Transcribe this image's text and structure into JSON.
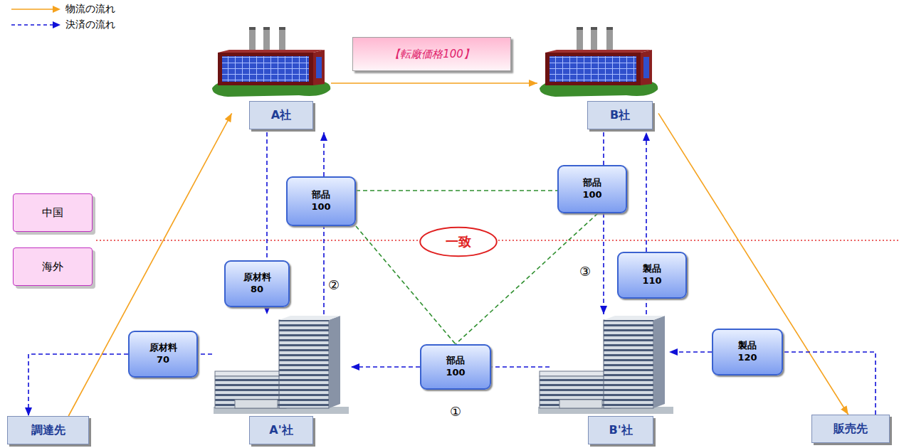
{
  "diagram": {
    "nodes": [
      {
        "text": [
          "A社"
        ]
      },
      {
        "text": [
          "【転廠価格100】"
        ]
      },
      {
        "text": [
          "B社"
        ]
      },
      {
        "text": [
          "中国"
        ]
      },
      {
        "text": [
          "部品 100"
        ]
      },
      {
        "text": [
          "部品 100"
        ]
      },
      {
        "text": [
          "一致"
        ]
      },
      {
        "text": [
          "海外"
        ]
      },
      {
        "text": [
          "原材料 80"
        ]
      },
      {
        "text": [
          "製品 110"
        ]
      },
      {
        "text": [
          "原材料 70"
        ]
      },
      {
        "text": [
          "部品 100"
        ]
      },
      {
        "text": [
          "製品 120"
        ]
      },
      {
        "text": [
          "調達先"
        ]
      },
      {
        "text": [
          "A'社"
        ]
      },
      {
        "text": [
          "B'社"
        ]
      },
      {
        "text": [
          "販売先"
        ]
      }
    ],
    "edges": [
      {
        "from": 0,
        "to": 2,
        "arrow": "to"
      },
      {
        "from": 13,
        "to": 0,
        "arrow": "to"
      },
      {
        "from": 2,
        "to": 16,
        "arrow": "to"
      },
      {
        "from": 0,
        "to": 8,
        "arrow": "none"
      },
      {
        "from": 8,
        "to": 14,
        "arrow": "to"
      },
      {
        "from": 14,
        "to": 4,
        "arrow": "none",
        "label": "②"
      },
      {
        "from": 4,
        "to": 0,
        "arrow": "to"
      },
      {
        "from": 2,
        "to": 5,
        "arrow": "none"
      },
      {
        "from": 5,
        "to": 15,
        "arrow": "to",
        "label": "③"
      },
      {
        "from": 15,
        "to": 9,
        "arrow": "none"
      },
      {
        "from": 9,
        "to": 2,
        "arrow": "to"
      },
      {
        "from": 15,
        "to": 11,
        "arrow": "none"
      },
      {
        "from": 11,
        "to": 14,
        "arrow": "to"
      },
      {
        "from": 14,
        "to": 10,
        "arrow": "none"
      },
      {
        "from": 10,
        "to": 13,
        "arrow": "to"
      },
      {
        "from": 16,
        "to": 12,
        "arrow": "none"
      },
      {
        "from": 12,
        "to": 15,
        "arrow": "to"
      },
      {
        "from": 4,
        "to": 5,
        "arrow": "none"
      },
      {
        "from": 4,
        "to": 11,
        "arrow": "none"
      },
      {
        "from": 5,
        "to": 11,
        "arrow": "none"
      }
    ],
    "labels": [
      "①"
    ],
    "legend": [
      {
        "text": "物流の流れ"
      },
      {
        "text": "決済の流れ"
      }
    ]
  }
}
